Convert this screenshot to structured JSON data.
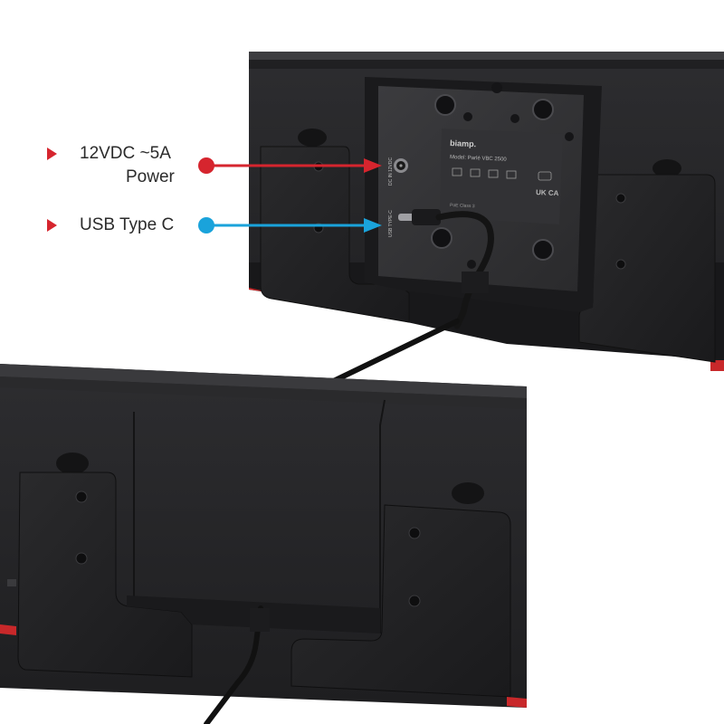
{
  "callouts": {
    "power": {
      "line1": "12VDC ~5A",
      "line2": "Power",
      "color": "#d6252e"
    },
    "usb": {
      "line1": "USB Type C",
      "color": "#1aa3db"
    }
  },
  "device_label": {
    "brand": "biamp.",
    "model": "Model: Parlé VBC 2500",
    "uk_mark": "UK CA",
    "class_text": "PoE Class 3"
  },
  "port_labels": {
    "dc_in": "DC IN 12VDC",
    "usb_c": "USB TYPE-C"
  },
  "colors": {
    "device_body": "#2a2a2c",
    "device_dark": "#1b1b1d",
    "bracket": "#222224",
    "accent_red": "#c8282a",
    "background": "#ffffff"
  }
}
